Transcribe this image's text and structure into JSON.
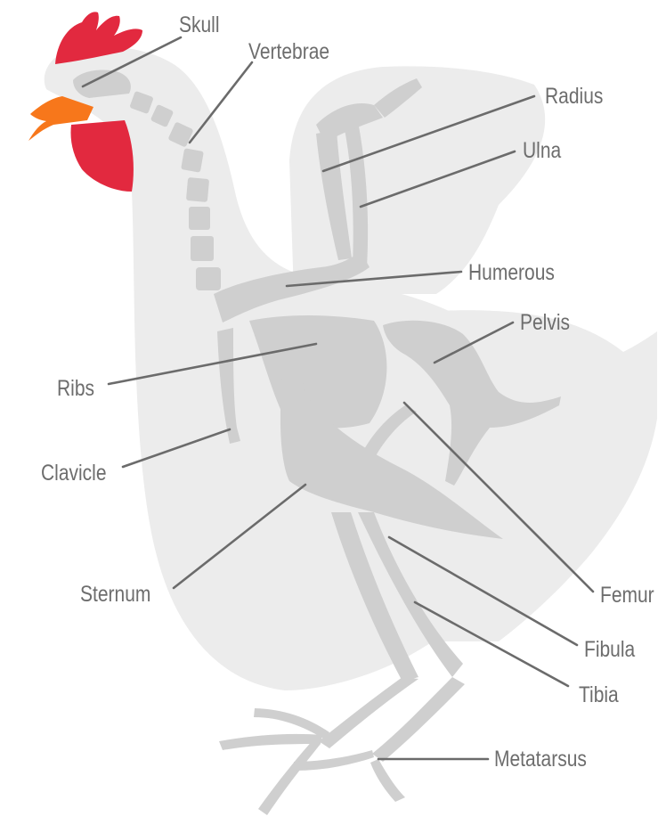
{
  "labels": {
    "skull": "Skull",
    "vertebrae": "Vertebrae",
    "radius": "Radius",
    "ulna": "Ulna",
    "humerous": "Humerous",
    "pelvis": "Pelvis",
    "ribs": "Ribs",
    "clavicle": "Clavicle",
    "sternum": "Sternum",
    "femur": "Femur",
    "fibula": "Fibula",
    "tibia": "Tibia",
    "metatarsus": "Metatarsus"
  },
  "colors": {
    "comb": "#e2293f",
    "beak": "#f7771b",
    "body": "#ececec",
    "bone": "#cfcfcf",
    "leader": "#6b6b6b",
    "text": "#6d6d6d"
  }
}
